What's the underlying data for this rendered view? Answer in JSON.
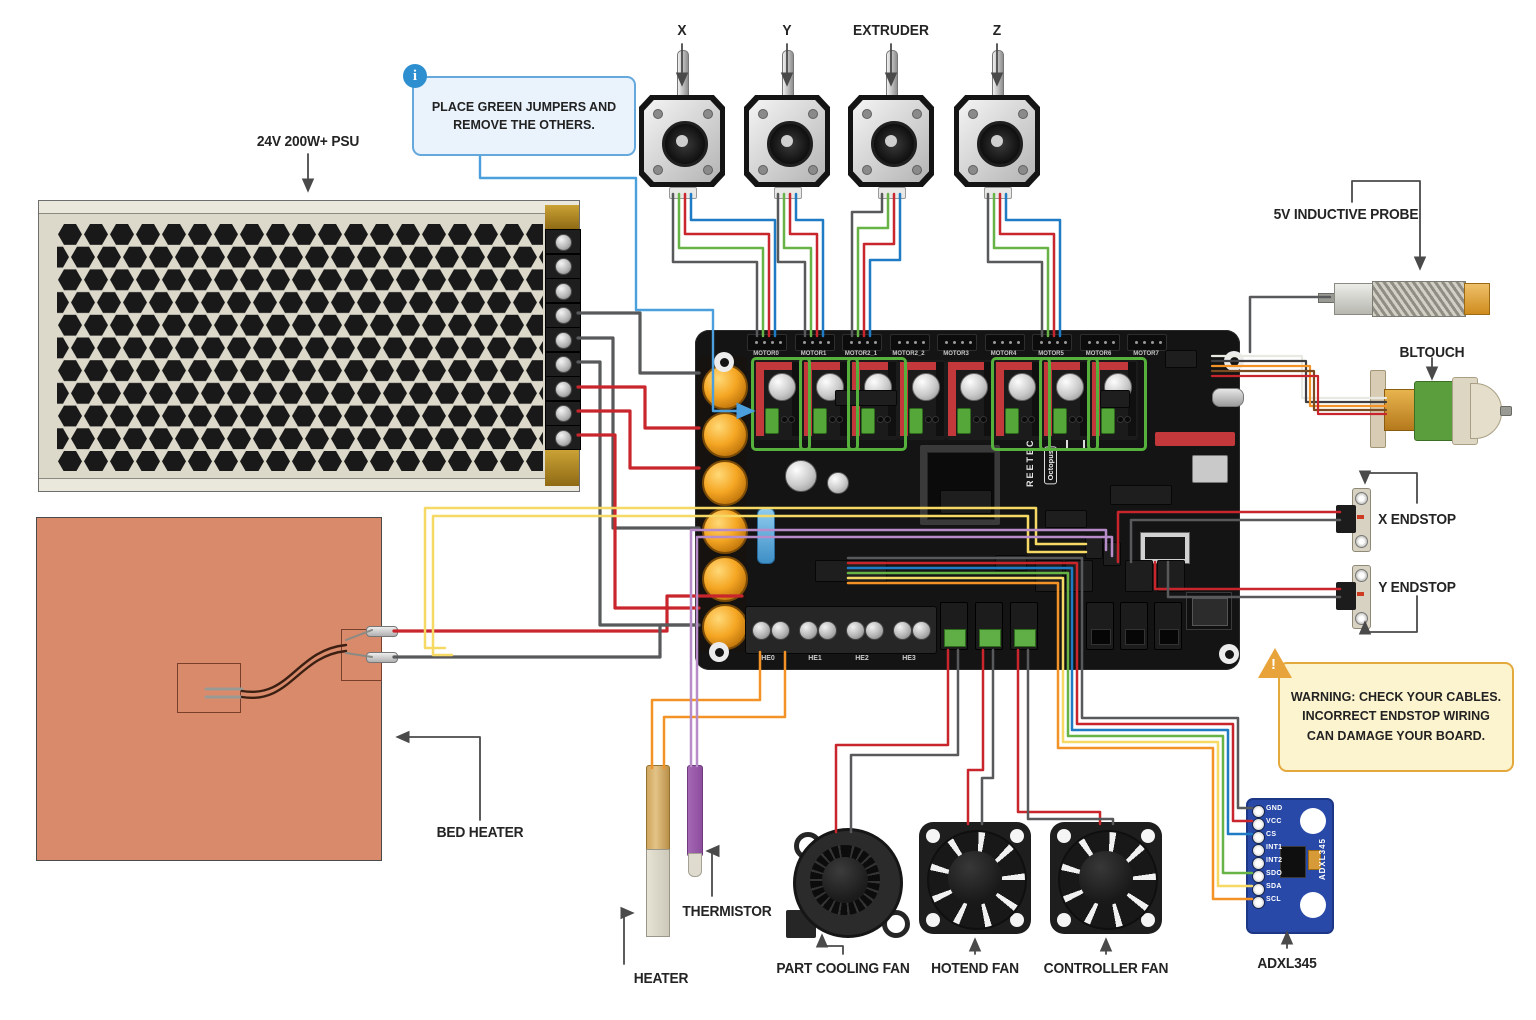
{
  "colors": {
    "wire_red": "#c8252c",
    "wire_gray": "#58595b",
    "wire_green": "#67b346",
    "wire_blue": "#1f7bc4",
    "wire_yellow": "#f6d964",
    "wire_orange": "#f39226",
    "wire_purple": "#b78cc9",
    "wire_brown": "#7a4a21",
    "wire_white": "#e9e9e4",
    "accent_blue": "#4a9fdc",
    "warning_orange": "#e8a33b",
    "board_black": "#141414",
    "psu_beige": "#dcd9cb",
    "bed_salmon": "#d98a6a",
    "adxl_pcb_blue": "#2849a8",
    "driver_red": "#c3393b",
    "jumper_green": "#56a73a",
    "driver_outline_green": "#55b13c"
  },
  "labels": {
    "psu": "24V 200W+ PSU",
    "bed_heater": "BED HEATER",
    "heater": "HEATER",
    "thermistor": "THERMISTOR",
    "part_cooling_fan": "PART COOLING FAN",
    "hotend_fan": "HOTEND FAN",
    "controller_fan": "CONTROLLER FAN",
    "adxl": "ADXL345",
    "inductive_probe": "5V INDUCTIVE PROBE",
    "bltouch": "BLTOUCH",
    "x_endstop": "X ENDSTOP",
    "y_endstop": "Y ENDSTOP"
  },
  "motors": [
    "X",
    "Y",
    "EXTRUDER",
    "Z"
  ],
  "callouts": {
    "jumpers": {
      "text": "PLACE GREEN JUMPERS AND REMOVE THE OTHERS.",
      "icon_glyph": "i"
    },
    "warning": {
      "text": "WARNING: CHECK YOUR CABLES. INCORRECT ENDSTOP WIRING CAN DAMAGE YOUR BOARD.",
      "icon_glyph": "!"
    }
  },
  "board": {
    "motor_ports": [
      "MOTOR0",
      "MOTOR1",
      "MOTOR2_1",
      "MOTOR2_2",
      "MOTOR3",
      "MOTOR4",
      "MOTOR5",
      "MOTOR6",
      "MOTOR7"
    ],
    "heater_ports": [
      "HE0",
      "HE1",
      "HE2",
      "HE3"
    ],
    "brand_text": "REETECH",
    "model_text": "Octopus"
  },
  "adxl": {
    "pins": [
      "GND",
      "VCC",
      "CS",
      "INT1",
      "INT2",
      "SDO",
      "SDA",
      "SCL"
    ],
    "chip_label": "ADXL345"
  }
}
